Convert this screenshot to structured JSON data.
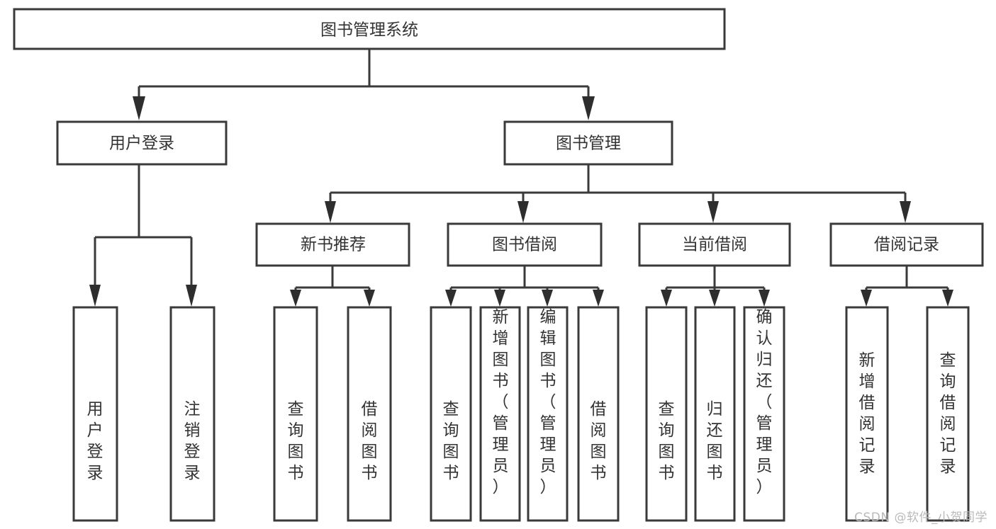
{
  "diagram": {
    "title": "图书管理系统",
    "type": "tree-hierarchy-diagram",
    "colors": {
      "box_stroke": "#3a3a3a",
      "box_fill": "#ffffff",
      "text": "#333333",
      "connector": "#3a3a3a",
      "background": "#ffffff",
      "watermark": "#b9b9b9"
    },
    "root": {
      "id": "root",
      "label": "图书管理系统"
    },
    "level1": [
      {
        "id": "user-login",
        "label": "用户登录"
      },
      {
        "id": "book-management",
        "label": "图书管理"
      }
    ],
    "level2": [
      {
        "id": "new-book-recommend",
        "label": "新书推荐",
        "parent": "book-management"
      },
      {
        "id": "book-borrow",
        "label": "图书借阅",
        "parent": "book-management"
      },
      {
        "id": "current-borrow",
        "label": "当前借阅",
        "parent": "book-management"
      },
      {
        "id": "borrow-record",
        "label": "借阅记录",
        "parent": "book-management"
      }
    ],
    "leaves": {
      "user-login": [
        {
          "id": "leaf-user-login",
          "label": "用户登录"
        },
        {
          "id": "leaf-logout",
          "label": "注销登录"
        }
      ],
      "new-book-recommend": [
        {
          "id": "leaf-query-book-1",
          "label": "查询图书"
        },
        {
          "id": "leaf-borrow-book-1",
          "label": "借阅图书"
        }
      ],
      "book-borrow": [
        {
          "id": "leaf-query-book-2",
          "label": "查询图书"
        },
        {
          "id": "leaf-add-book",
          "label": "新增图书（管理员）"
        },
        {
          "id": "leaf-edit-book",
          "label": "编辑图书（管理员）"
        },
        {
          "id": "leaf-borrow-book-2",
          "label": "借阅图书"
        }
      ],
      "current-borrow": [
        {
          "id": "leaf-query-book-3",
          "label": "查询图书"
        },
        {
          "id": "leaf-return-book",
          "label": "归还图书"
        },
        {
          "id": "leaf-confirm-return",
          "label": "确认归还（管理员）"
        }
      ],
      "borrow-record": [
        {
          "id": "leaf-add-record",
          "label": "新增借阅记录"
        },
        {
          "id": "leaf-query-record",
          "label": "查询借阅记录"
        }
      ]
    }
  },
  "watermark": {
    "text": "CSDN @软件_小贺同学"
  }
}
